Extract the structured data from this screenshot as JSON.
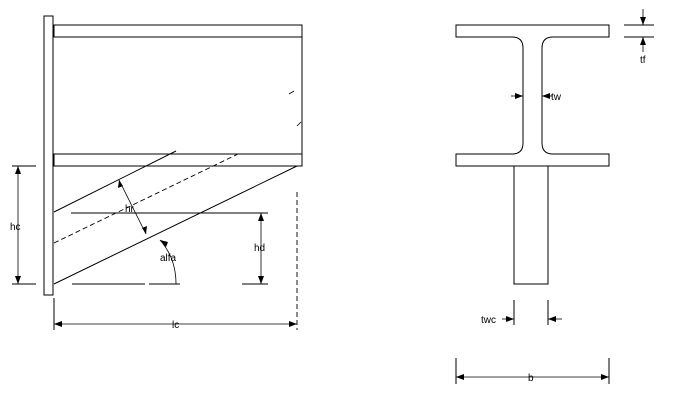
{
  "labels": {
    "hc": "hc",
    "hr": "hr",
    "hd": "hd",
    "alfa": "alfa",
    "lc": "lc",
    "tw": "tw",
    "tf": "tf",
    "twc": "twc",
    "b": "b"
  }
}
